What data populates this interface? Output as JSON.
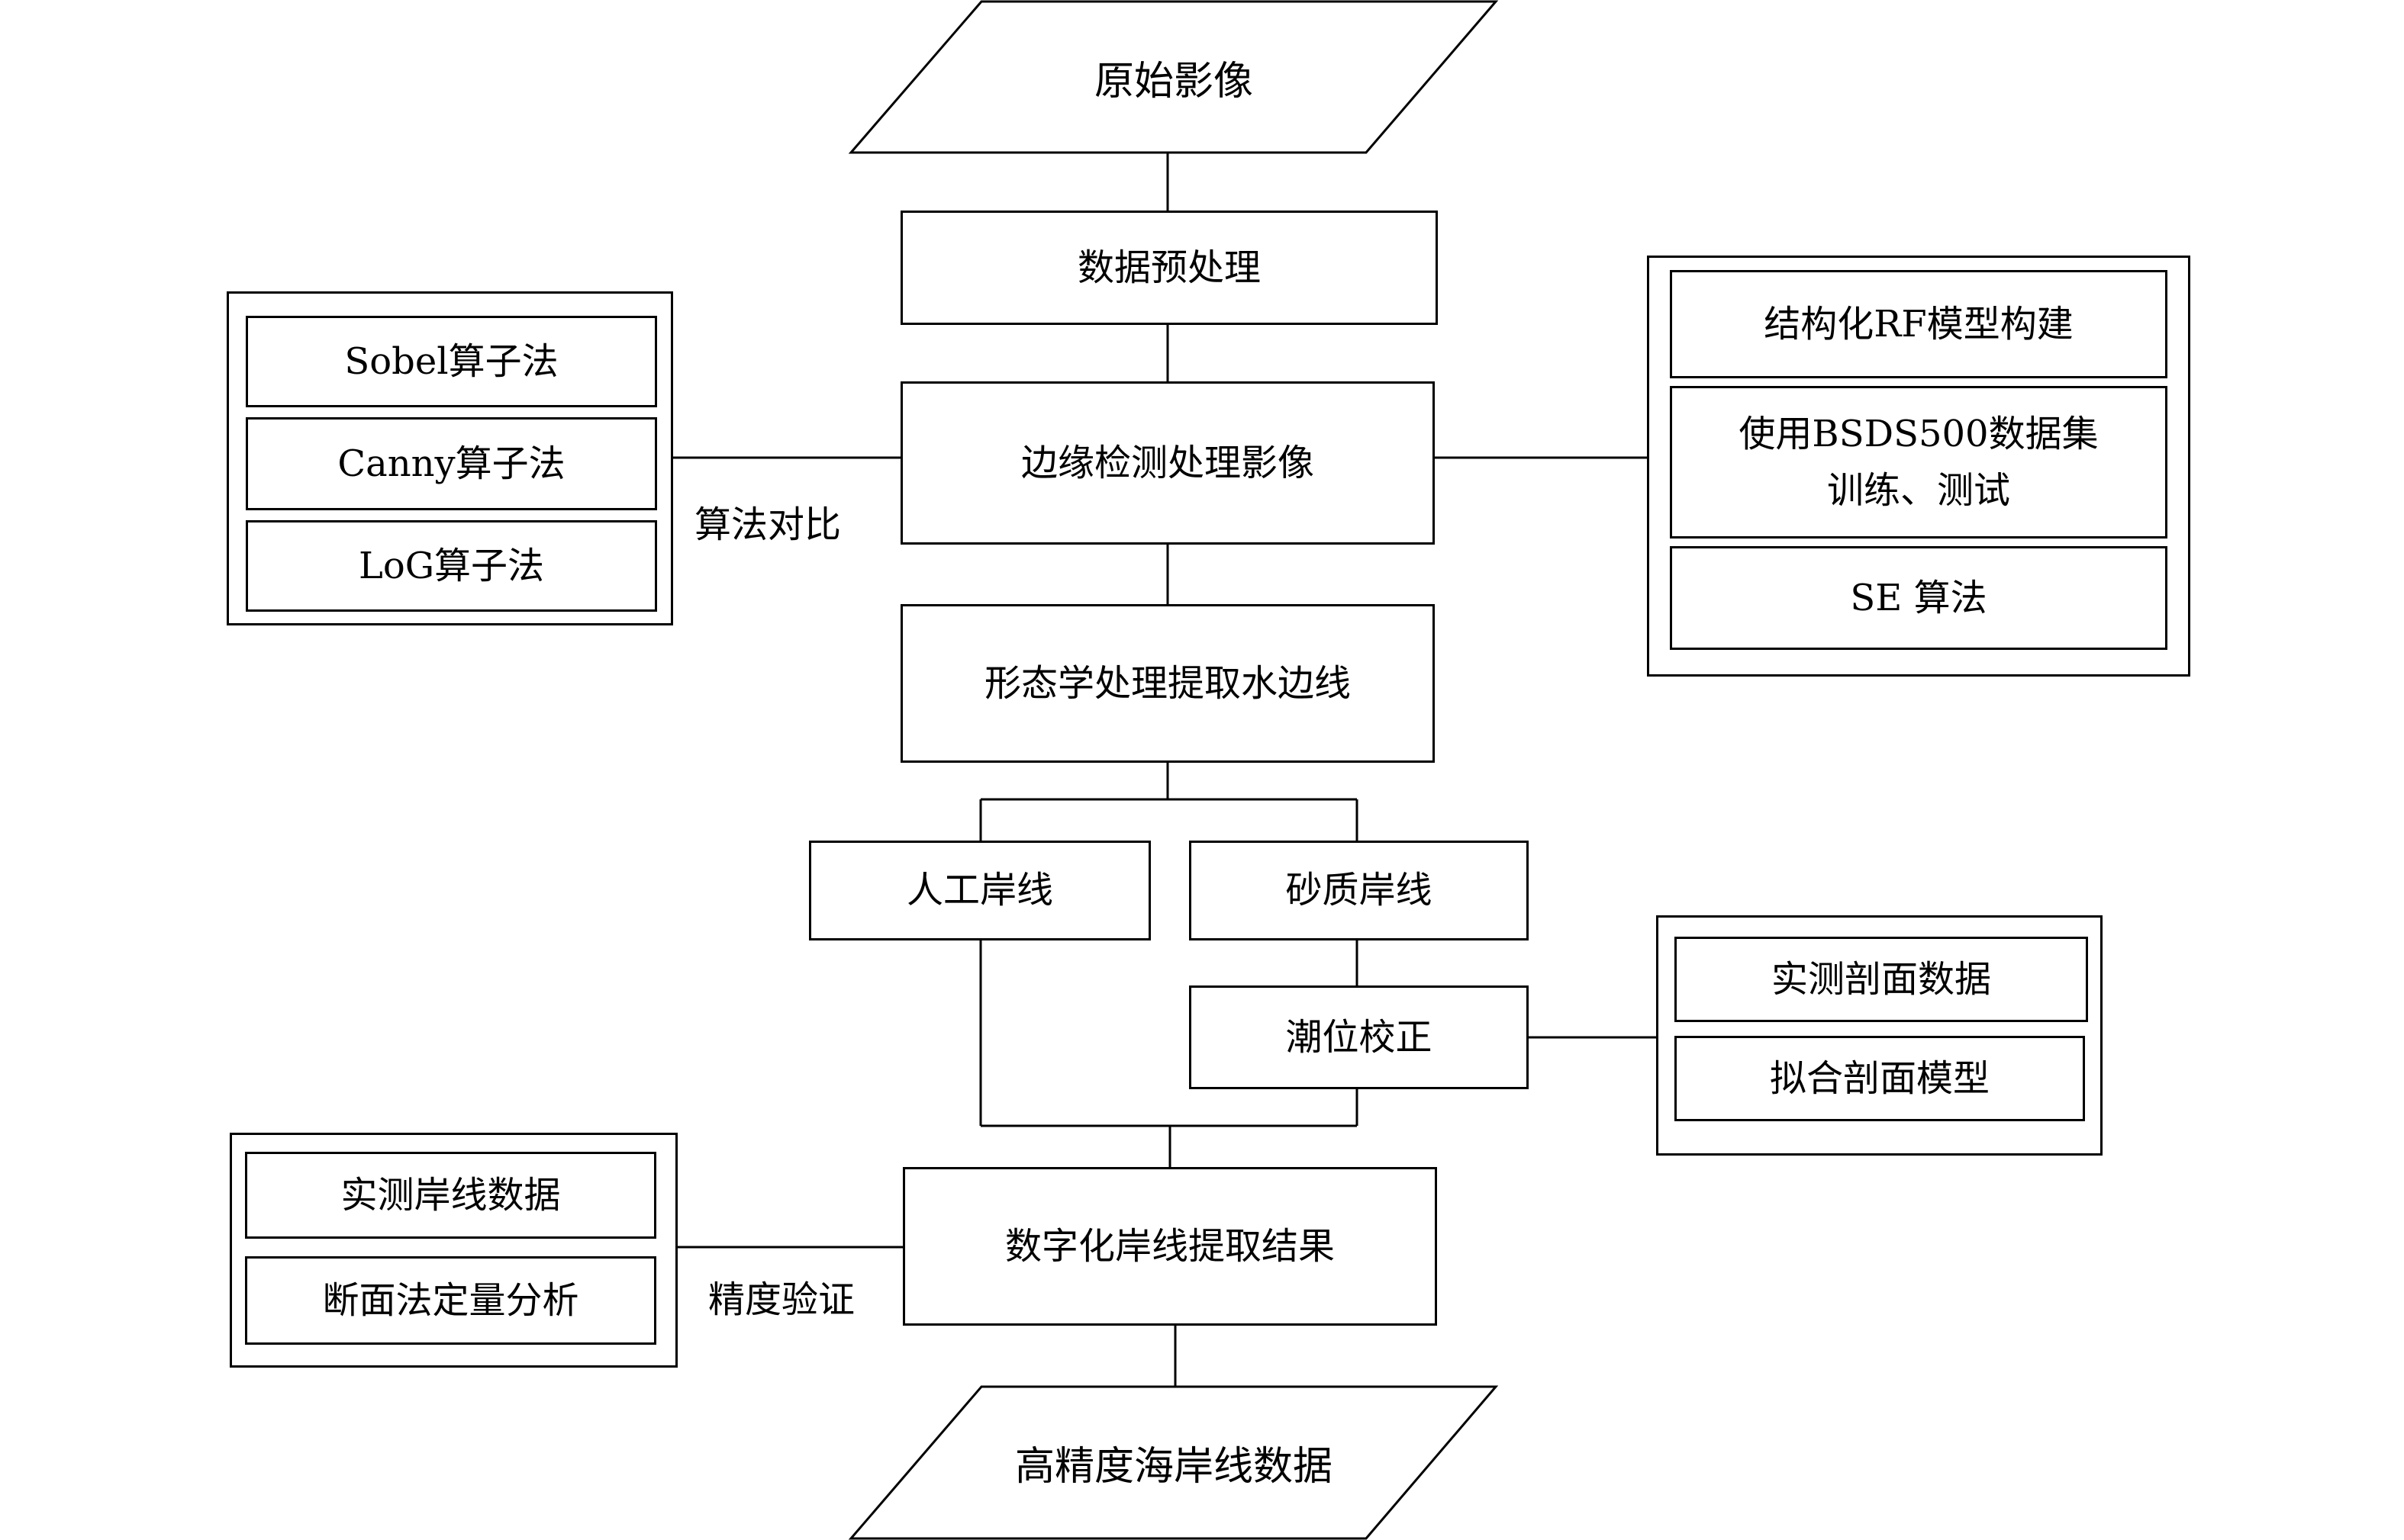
{
  "input": {
    "label": "原始影像"
  },
  "preprocess": {
    "label": "数据预处理"
  },
  "edge_detection": {
    "label": "边缘检测处理影像"
  },
  "comparison": {
    "label": "算法对比",
    "methods": [
      "Sobel算子法",
      "Canny算子法",
      "LoG算子法"
    ]
  },
  "se_method": {
    "steps": [
      "结构化RF模型构建",
      "使用BSDS500数据集\n训练、测试",
      "SE 算法"
    ]
  },
  "morphology": {
    "label": "形态学处理提取水边线"
  },
  "artificial": {
    "label": "人工岸线"
  },
  "sandy": {
    "label": "砂质岸线"
  },
  "tide": {
    "label": "潮位校正"
  },
  "profile": {
    "items": [
      "实测剖面数据",
      "拟合剖面模型"
    ]
  },
  "digitized": {
    "label": "数字化岸线提取结果"
  },
  "validation": {
    "label": "精度验证",
    "items": [
      "实测岸线数据",
      "断面法定量分析"
    ]
  },
  "output": {
    "label": "高精度海岸线数据"
  }
}
